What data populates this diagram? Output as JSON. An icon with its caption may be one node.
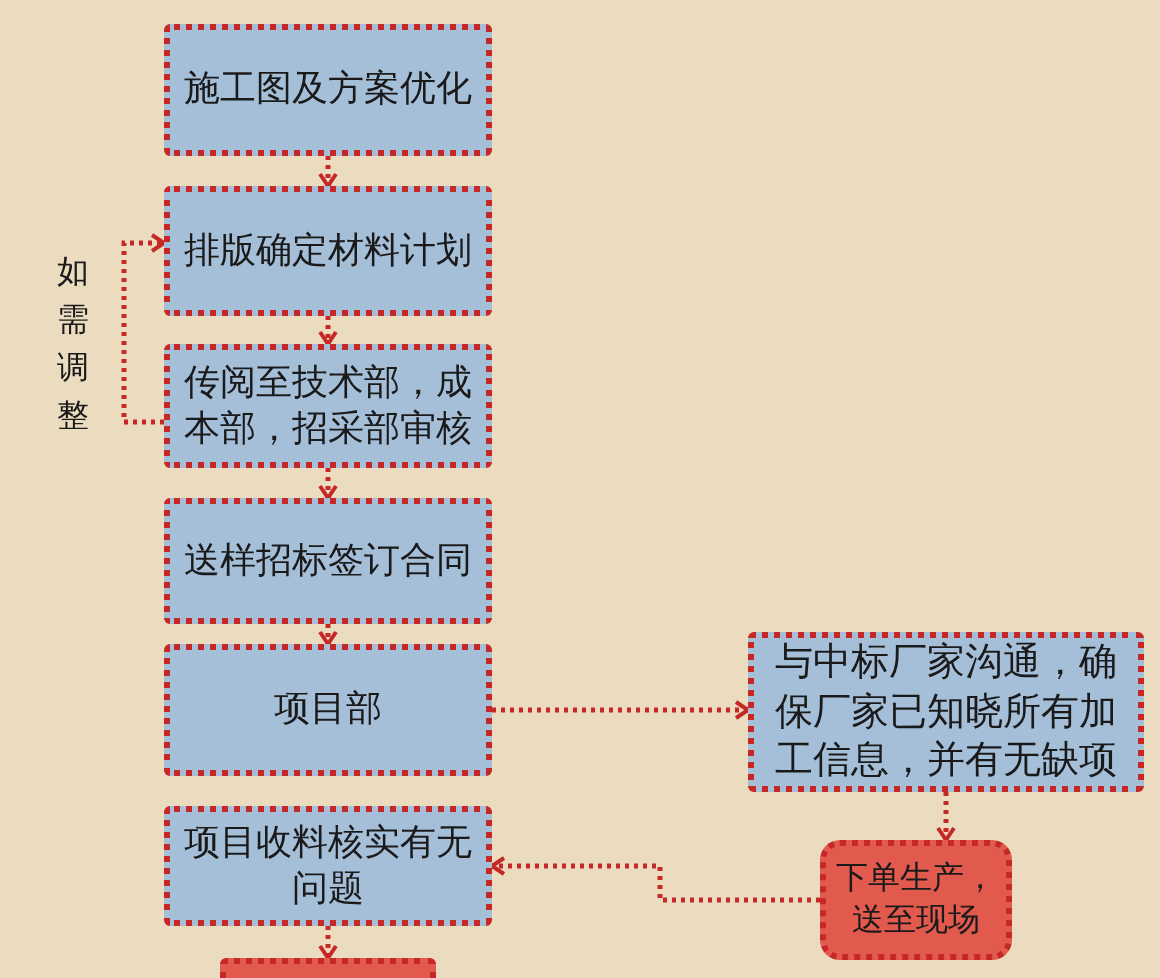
{
  "diagram": {
    "nodes": [
      {
        "text": [
          "施工图及方案优化"
        ]
      },
      {
        "text": [
          "排版确定材料计划"
        ]
      },
      {
        "text": [
          "传阅至技术部，成本部，招采部审核"
        ]
      },
      {
        "text": [
          "送样招标签订合同"
        ]
      },
      {
        "text": [
          "项目部"
        ]
      },
      {
        "text": [
          "与中标厂家沟通，确保厂家已知晓所有加工信息，并有无缺项"
        ]
      },
      {
        "text": [
          "项目收料核实有无问题"
        ]
      },
      {
        "text": [
          "下单生产，送至现场"
        ]
      },
      {
        "text": [],
        "shape": "box"
      }
    ],
    "edges": [
      {
        "from": 0,
        "to": 1,
        "arrow": "to",
        "style": "dashed"
      },
      {
        "from": 1,
        "to": 2,
        "arrow": "to",
        "style": "dashed"
      },
      {
        "from": 2,
        "to": 1,
        "arrow": "to",
        "style": "dashed",
        "label": "如需调整"
      },
      {
        "from": 2,
        "to": 3,
        "arrow": "to",
        "style": "dashed"
      },
      {
        "from": 3,
        "to": 4,
        "arrow": "to",
        "style": "dashed"
      },
      {
        "from": 4,
        "to": 5,
        "arrow": "to",
        "style": "dashed"
      },
      {
        "from": 5,
        "to": 7,
        "arrow": "to",
        "style": "dashed"
      },
      {
        "from": 7,
        "to": 6,
        "arrow": "to",
        "style": "dashed"
      },
      {
        "from": 6,
        "to": 8,
        "arrow": "to",
        "style": "dashed"
      }
    ]
  }
}
